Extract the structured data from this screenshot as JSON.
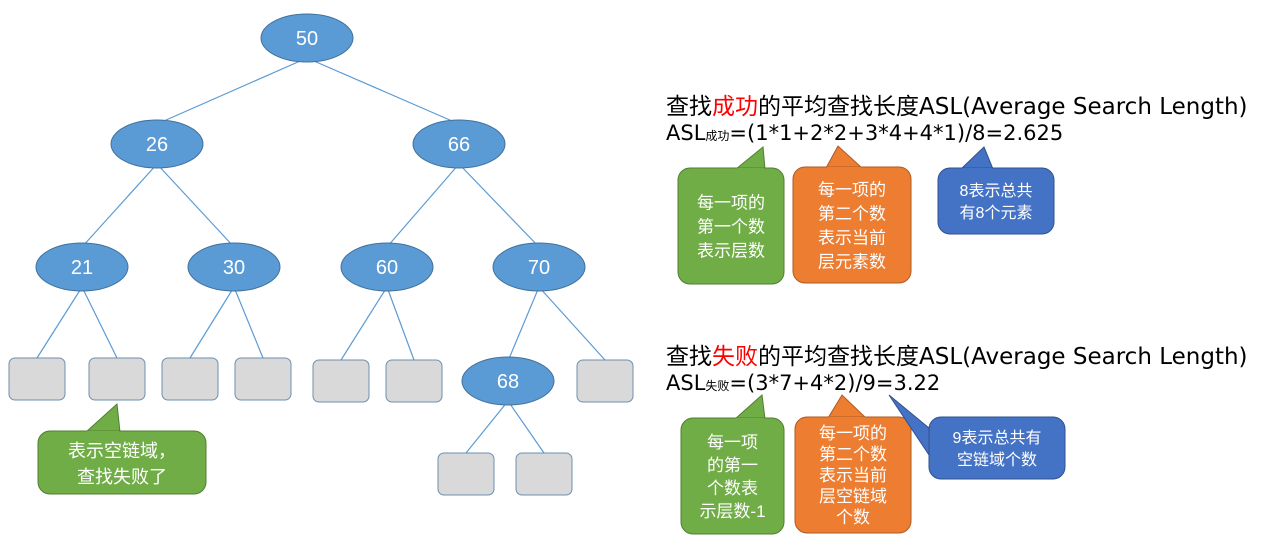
{
  "tree": {
    "nodes": [
      {
        "id": "50",
        "label": "50"
      },
      {
        "id": "26",
        "label": "26"
      },
      {
        "id": "66",
        "label": "66"
      },
      {
        "id": "21",
        "label": "21"
      },
      {
        "id": "30",
        "label": "30"
      },
      {
        "id": "60",
        "label": "60"
      },
      {
        "id": "70",
        "label": "70"
      },
      {
        "id": "68",
        "label": "68"
      }
    ],
    "empty_nodes": [
      "e21a",
      "e21b",
      "e30a",
      "e30b",
      "e60a",
      "e60b",
      "e70b",
      "e68a",
      "e68b"
    ],
    "edges": [
      [
        "50",
        "26"
      ],
      [
        "50",
        "66"
      ],
      [
        "26",
        "21"
      ],
      [
        "26",
        "30"
      ],
      [
        "66",
        "60"
      ],
      [
        "66",
        "70"
      ],
      [
        "21",
        "e21a"
      ],
      [
        "21",
        "e21b"
      ],
      [
        "30",
        "e30a"
      ],
      [
        "30",
        "e30b"
      ],
      [
        "60",
        "e60a"
      ],
      [
        "60",
        "e60b"
      ],
      [
        "70",
        "68"
      ],
      [
        "70",
        "e70b"
      ],
      [
        "68",
        "e68a"
      ],
      [
        "68",
        "e68b"
      ]
    ]
  },
  "success": {
    "title_prefix": "查找",
    "title_highlight": "成功",
    "title_suffix": "的平均查找长度ASL(Average Search Length)",
    "formula_main": "ASL",
    "formula_sub": "成功",
    "formula_expr": "=(1*1+2*2+3*4+4*1)/8=2.625"
  },
  "failure": {
    "title_prefix": "查找",
    "title_highlight": "失败",
    "title_suffix": "的平均查找长度ASL(Average Search Length)",
    "formula_main": "ASL",
    "formula_sub": "失败",
    "formula_expr": "=(3*7+4*2)/9=3.22"
  },
  "callouts": {
    "empty_link": [
      "表示空链域，",
      "查找失败了"
    ],
    "s_first": [
      "每一项的",
      "第一个数",
      "表示层数"
    ],
    "s_second": [
      "每一项的",
      "第二个数",
      "表示当前",
      "层元素数"
    ],
    "s_total": [
      "8表示总共",
      "有8个元素"
    ],
    "f_first": [
      "每一项",
      "的第一",
      "个数表",
      "示层数-1"
    ],
    "f_second": [
      "每一项的",
      "第二个数",
      "表示当前",
      "层空链域",
      "个数"
    ],
    "f_total": [
      "9表示总共有",
      "空链域个数"
    ]
  },
  "colors": {
    "node_fill": "#5b9bd5",
    "node_stroke": "#41719c",
    "empty_fill": "#d9d9d9",
    "empty_stroke": "#6d8fb0",
    "edge": "#5b9bd5",
    "green": "#70ad47",
    "green_stroke": "#507e32",
    "orange": "#ed7d31",
    "orange_stroke": "#ae5a21",
    "blue": "#4472c4",
    "blue_stroke": "#2f528f",
    "highlight": "#ff0000"
  }
}
